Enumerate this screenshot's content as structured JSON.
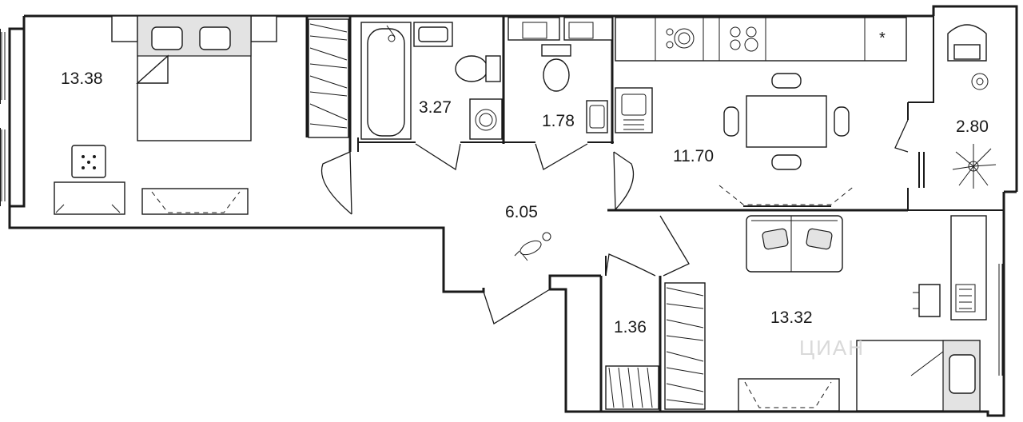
{
  "rooms": [
    {
      "id": "bedroom",
      "area": "13.38"
    },
    {
      "id": "bathroom",
      "area": "3.27"
    },
    {
      "id": "toilet",
      "area": "1.78"
    },
    {
      "id": "kitchen-living",
      "area": "11.70"
    },
    {
      "id": "balcony",
      "area": "2.80"
    },
    {
      "id": "hallway",
      "area": "6.05"
    },
    {
      "id": "storage",
      "area": "1.36"
    },
    {
      "id": "second-bedroom",
      "area": "13.32"
    }
  ],
  "watermark": "ЦИАН",
  "colors": {
    "line": "#1a1a1a",
    "fill_gray": "#e3e3e3",
    "background": "#ffffff"
  }
}
